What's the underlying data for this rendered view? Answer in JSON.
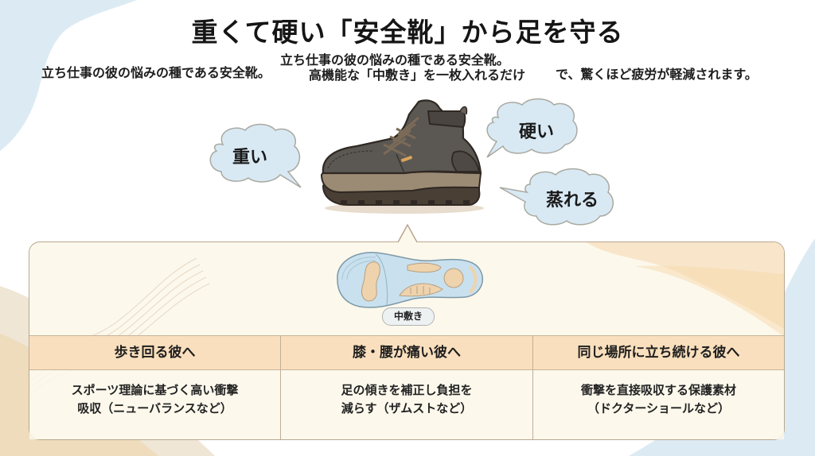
{
  "header": {
    "title": "重くて硬い「安全靴」から足を守る",
    "subtitle_left": "立ち仕事の彼の悩みの種である安全靴。",
    "subtitle_mid_line1": "立ち仕事の彼の悩みの種である安全靴。",
    "subtitle_mid_line2": "高機能な「中敷き」を一枚入れるだけ",
    "subtitle_right": "で、驚くほど疲労が軽減されます。"
  },
  "problem": {
    "illustration": "safety-boot",
    "bubbles": [
      {
        "label": "重い"
      },
      {
        "label": "硬い"
      },
      {
        "label": "蒸れる"
      }
    ]
  },
  "solution": {
    "illustration": "insole",
    "label": "中敷き"
  },
  "table": {
    "columns": [
      {
        "header": "歩き回る彼へ",
        "line1": "スポーツ理論に基づく高い衝撃",
        "line2": "吸収（ニューバランスなど）"
      },
      {
        "header": "膝・腰が痛い彼へ",
        "line1": "足の傾きを補正し負担を",
        "line2": "減らす（ザムストなど）"
      },
      {
        "header": "同じ場所に立ち続ける彼へ",
        "line1": "衝撃を直接吸収する保護素材",
        "line2": "（ドクターショールなど）"
      }
    ]
  },
  "colors": {
    "bubble_fill": "#d8e9f4",
    "bubble_stroke": "#a9a9a0",
    "panel_bg": "#fcf8ec",
    "panel_border": "#b9a78f",
    "table_header_bg": "#f9dfbd",
    "bg_blue": "#dcebf3",
    "bg_tan": "#f1e2c8"
  }
}
